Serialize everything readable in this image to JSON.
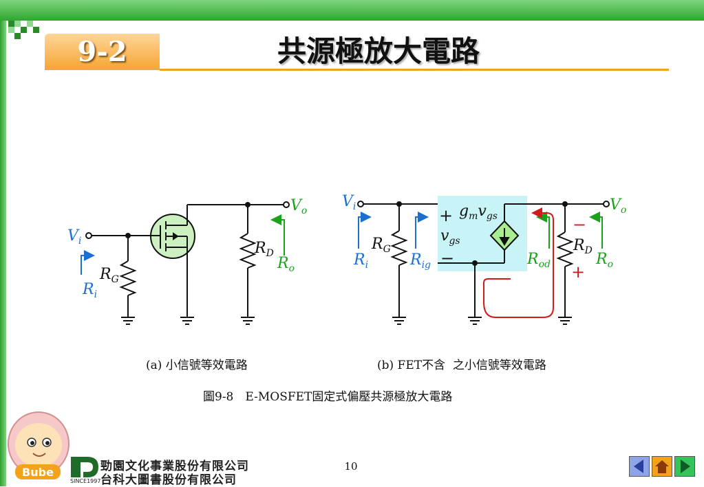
{
  "section_number": "9-2",
  "title": "共源極放大電路",
  "circuit_a": {
    "caption": "(a) 小信號等效電路",
    "labels": {
      "vi_main": "V",
      "vi_sub": "i",
      "vo_main": "V",
      "vo_sub": "o",
      "ri_main": "R",
      "ri_sub": "i",
      "rg_main": "R",
      "rg_sub": "G",
      "rd_main": "R",
      "rd_sub": "D",
      "ro_main": "R",
      "ro_sub": "o"
    }
  },
  "circuit_b": {
    "caption": "(b) FET不含  之小信號等效電路",
    "labels": {
      "vi_main": "V",
      "vi_sub": "i",
      "vo_main": "V",
      "vo_sub": "o",
      "ri_main": "R",
      "ri_sub": "i",
      "rg_main": "R",
      "rg_sub": "G",
      "rig_main": "R",
      "rig_sub": "ig",
      "vgs_main": "v",
      "vgs_sub": "gs",
      "gm_g": "g",
      "gm_m": "m",
      "gm_v": "v",
      "gm_gs": "gs",
      "rod_main": "R",
      "rod_sub": "od",
      "rd_main": "R",
      "rd_sub": "D",
      "ro_main": "R",
      "ro_sub": "o",
      "plus": "+",
      "minus": "−"
    }
  },
  "figure_caption": "圖9-8　E-MOSFET固定式偏壓共源極放大電路",
  "page_number": "10",
  "publisher": {
    "line1": "勁園文化事業股份有限公司",
    "line2": "台科大圖書股份有限公司",
    "since": "SINCE1997",
    "mascot": "Bube"
  },
  "colors": {
    "accent_orange": "#f3a21c",
    "green_bar": "#2fa62f",
    "cyan_box": "#c8f4f8",
    "blue_label": "#1a6fd1",
    "green_label": "#1aa31a",
    "red_label": "#d11a1a",
    "mosfet_fill": "#cdf0c0"
  },
  "nav_icons": [
    "prev-arrow-icon",
    "home-icon",
    "next-arrow-icon"
  ]
}
